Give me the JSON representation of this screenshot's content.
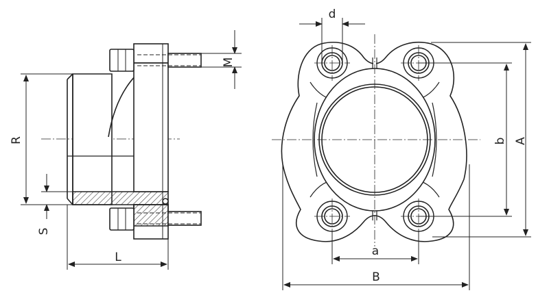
{
  "diagram": {
    "labels": {
      "R": "R",
      "S": "S",
      "L": "L",
      "M": "M",
      "d": "d",
      "a": "a",
      "B": "B",
      "b": "b",
      "A": "A"
    },
    "colors": {
      "stroke": "#222222",
      "part_fill": "#ffffff",
      "hatch": "#444444"
    }
  }
}
